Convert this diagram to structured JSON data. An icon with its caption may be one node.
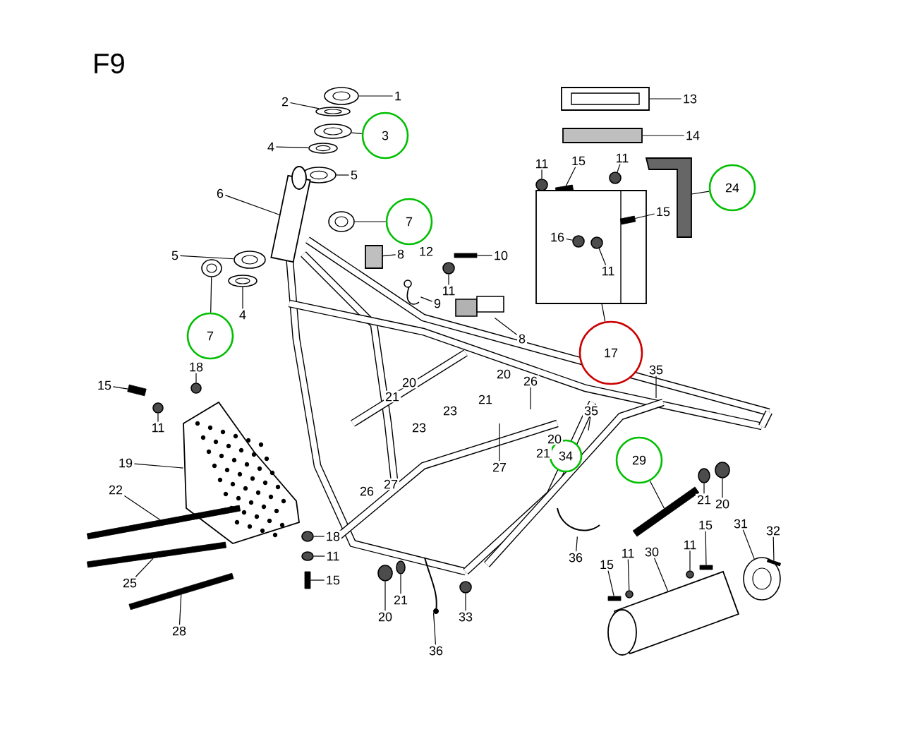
{
  "diagram": {
    "title": "F9",
    "nodes": [
      {
        "text": [
          "1"
        ]
      },
      {
        "text": [
          "2"
        ]
      },
      {
        "text": [
          "3"
        ]
      },
      {
        "text": [
          "4"
        ]
      },
      {
        "text": [
          "5"
        ]
      },
      {
        "text": [
          "6"
        ]
      },
      {
        "text": [
          "7"
        ]
      },
      {
        "text": [
          "5"
        ]
      },
      {
        "text": [
          "4"
        ]
      },
      {
        "text": [
          "7"
        ]
      },
      {
        "text": [
          "8"
        ]
      },
      {
        "text": [
          "10"
        ]
      },
      {
        "text": [
          "11"
        ]
      },
      {
        "text": [
          "9"
        ]
      },
      {
        "text": [
          "8"
        ]
      },
      {
        "text": [
          "13"
        ]
      },
      {
        "text": [
          "14"
        ]
      },
      {
        "text": [
          "11"
        ]
      },
      {
        "text": [
          "15"
        ]
      },
      {
        "text": [
          "11"
        ]
      },
      {
        "text": [
          "15"
        ]
      },
      {
        "text": [
          "16"
        ],
        "in": 79
      },
      {
        "text": [
          "11"
        ],
        "in": 79
      },
      {
        "text": [
          "24"
        ]
      },
      {
        "text": [
          "17"
        ]
      },
      {
        "text": [
          "15"
        ]
      },
      {
        "text": [
          "18"
        ]
      },
      {
        "text": [
          "11"
        ]
      },
      {
        "text": [
          "19"
        ]
      },
      {
        "text": [
          "22"
        ]
      },
      {
        "text": [
          "25"
        ]
      },
      {
        "text": [
          "28"
        ]
      },
      {
        "text": [
          "18"
        ]
      },
      {
        "text": [
          "11"
        ]
      },
      {
        "text": [
          "15"
        ]
      },
      {
        "text": [
          "26"
        ]
      },
      {
        "text": [
          "27"
        ]
      },
      {
        "text": [
          "35"
        ]
      },
      {
        "text": [
          "35"
        ]
      },
      {
        "text": [
          "34"
        ]
      },
      {
        "text": [
          "29"
        ]
      },
      {
        "text": [
          "21"
        ]
      },
      {
        "text": [
          "20"
        ]
      },
      {
        "text": [
          "36"
        ]
      },
      {
        "text": [
          "20"
        ]
      },
      {
        "text": [
          "21"
        ]
      },
      {
        "text": [
          "33"
        ]
      },
      {
        "text": [
          "36"
        ]
      },
      {
        "text": [
          "15"
        ]
      },
      {
        "text": [
          "11"
        ]
      },
      {
        "text": [
          "30"
        ]
      },
      {
        "text": [
          "11"
        ]
      },
      {
        "text": [
          "15"
        ]
      },
      {
        "text": [
          "31"
        ]
      },
      {
        "text": [
          "32"
        ]
      },
      {
        "text": [],
        "shape": "circle"
      },
      {
        "text": [],
        "shape": "circle"
      },
      {
        "text": [],
        "shape": "circle"
      },
      {
        "text": [],
        "shape": "circle"
      },
      {
        "text": [],
        "shape": "circle"
      },
      {
        "text": [],
        "shape": "cylinder"
      },
      {
        "text": [],
        "shape": "circle"
      },
      {
        "text": [],
        "shape": "circle"
      },
      {
        "text": [],
        "shape": "circle"
      },
      {
        "text": [],
        "shape": "circle"
      },
      {
        "text": [],
        "shape": "box"
      },
      {
        "text": [],
        "shape": "bar"
      },
      {
        "text": [],
        "shape": "circle"
      },
      {
        "text": [],
        "shape": "picture"
      },
      {
        "text": [],
        "shape": "picture"
      },
      {
        "text": [],
        "shape": "box"
      },
      {
        "text": [],
        "shape": "box"
      },
      {
        "text": [],
        "shape": "circle"
      },
      {
        "text": [],
        "shape": "bar"
      },
      {
        "text": [],
        "shape": "circle"
      },
      {
        "text": [],
        "shape": "bar",
        "in": 79
      },
      {
        "text": [],
        "shape": "circle",
        "in": 79
      },
      {
        "text": [],
        "shape": "circle",
        "in": 79
      },
      {
        "text": [],
        "shape": "picture"
      },
      {
        "text": [],
        "shape": "box"
      },
      {
        "text": [],
        "shape": "bar"
      },
      {
        "text": [],
        "shape": "circle"
      },
      {
        "text": [],
        "shape": "circle"
      },
      {
        "text": [],
        "shape": "picture"
      },
      {
        "text": [],
        "shape": "bar"
      },
      {
        "text": [],
        "shape": "bar"
      },
      {
        "text": [],
        "shape": "bar"
      },
      {
        "text": [],
        "shape": "circle"
      },
      {
        "text": [],
        "shape": "circle"
      },
      {
        "text": [],
        "shape": "bar"
      },
      {
        "text": [],
        "shape": "bar"
      },
      {
        "text": [],
        "shape": "circle"
      },
      {
        "text": [],
        "shape": "circle"
      },
      {
        "text": [],
        "shape": "picture"
      },
      {
        "text": [],
        "shape": "circle"
      },
      {
        "text": [],
        "shape": "circle"
      },
      {
        "text": [],
        "shape": "circle"
      },
      {
        "text": [],
        "shape": "picture"
      },
      {
        "text": [],
        "shape": "bar"
      },
      {
        "text": [],
        "shape": "circle"
      },
      {
        "text": [],
        "shape": "cylinder"
      },
      {
        "text": [],
        "shape": "circle"
      },
      {
        "text": [],
        "shape": "bar"
      },
      {
        "text": [],
        "shape": "circle"
      },
      {
        "text": [],
        "shape": "bar"
      }
    ],
    "edges": [
      {
        "from": 0,
        "to": 55,
        "arrow": "none"
      },
      {
        "from": 1,
        "to": 56,
        "arrow": "none"
      },
      {
        "from": 2,
        "to": 57,
        "arrow": "none"
      },
      {
        "from": 3,
        "to": 58,
        "arrow": "none"
      },
      {
        "from": 4,
        "to": 59,
        "arrow": "none"
      },
      {
        "from": 5,
        "to": 60,
        "arrow": "none"
      },
      {
        "from": 6,
        "to": 61,
        "arrow": "none"
      },
      {
        "from": 7,
        "to": 62,
        "arrow": "none"
      },
      {
        "from": 8,
        "to": 63,
        "arrow": "none"
      },
      {
        "from": 9,
        "to": 64,
        "arrow": "none"
      },
      {
        "from": 10,
        "to": 65,
        "arrow": "none"
      },
      {
        "from": 11,
        "to": 66,
        "arrow": "none"
      },
      {
        "from": 12,
        "to": 67,
        "arrow": "none"
      },
      {
        "from": 13,
        "to": 68,
        "arrow": "none"
      },
      {
        "from": 14,
        "to": 69,
        "arrow": "none"
      },
      {
        "from": 15,
        "to": 70,
        "arrow": "none"
      },
      {
        "from": 16,
        "to": 71,
        "arrow": "none"
      },
      {
        "from": 17,
        "to": 72,
        "arrow": "none"
      },
      {
        "from": 18,
        "to": 73,
        "arrow": "none"
      },
      {
        "from": 19,
        "to": 74,
        "arrow": "none"
      },
      {
        "from": 20,
        "to": 75,
        "arrow": "none"
      },
      {
        "from": 21,
        "to": 76,
        "arrow": "none"
      },
      {
        "from": 22,
        "to": 77,
        "arrow": "none"
      },
      {
        "from": 23,
        "to": 78,
        "arrow": "none"
      },
      {
        "from": 24,
        "to": 79,
        "arrow": "none"
      },
      {
        "from": 25,
        "to": 80,
        "arrow": "none"
      },
      {
        "from": 26,
        "to": 81,
        "arrow": "none"
      },
      {
        "from": 27,
        "to": 82,
        "arrow": "none"
      },
      {
        "from": 28,
        "to": 83,
        "arrow": "none"
      },
      {
        "from": 29,
        "to": 84,
        "arrow": "none"
      },
      {
        "from": 30,
        "to": 85,
        "arrow": "none"
      },
      {
        "from": 31,
        "to": 86,
        "arrow": "none"
      },
      {
        "from": 32,
        "to": 87,
        "arrow": "none"
      },
      {
        "from": 33,
        "to": 88,
        "arrow": "none"
      },
      {
        "from": 34,
        "to": 89,
        "arrow": "none"
      },
      {
        "from": 35,
        "to": null,
        "arrow": "none"
      },
      {
        "from": 36,
        "to": null,
        "arrow": "none"
      },
      {
        "from": 37,
        "to": null,
        "arrow": "none"
      },
      {
        "from": 38,
        "to": null,
        "arrow": "none"
      },
      {
        "from": 40,
        "to": 90,
        "arrow": "none"
      },
      {
        "from": 41,
        "to": 91,
        "arrow": "none"
      },
      {
        "from": 42,
        "to": 92,
        "arrow": "none"
      },
      {
        "from": 43,
        "to": 93,
        "arrow": "none"
      },
      {
        "from": 44,
        "to": 94,
        "arrow": "none"
      },
      {
        "from": 45,
        "to": 95,
        "arrow": "none"
      },
      {
        "from": 46,
        "to": 96,
        "arrow": "none"
      },
      {
        "from": 47,
        "to": 97,
        "arrow": "none"
      },
      {
        "from": 48,
        "to": 98,
        "arrow": "none"
      },
      {
        "from": 49,
        "to": 99,
        "arrow": "none"
      },
      {
        "from": 50,
        "to": 100,
        "arrow": "none"
      },
      {
        "from": 51,
        "to": 101,
        "arrow": "none"
      },
      {
        "from": 52,
        "to": 102,
        "arrow": "none"
      },
      {
        "from": 53,
        "to": 103,
        "arrow": "none"
      },
      {
        "from": 54,
        "to": 104,
        "arrow": "none"
      }
    ],
    "labels": [
      "12",
      "20",
      "21",
      "20",
      "21",
      "23",
      "23",
      "20",
      "21",
      "27",
      "26"
    ]
  }
}
